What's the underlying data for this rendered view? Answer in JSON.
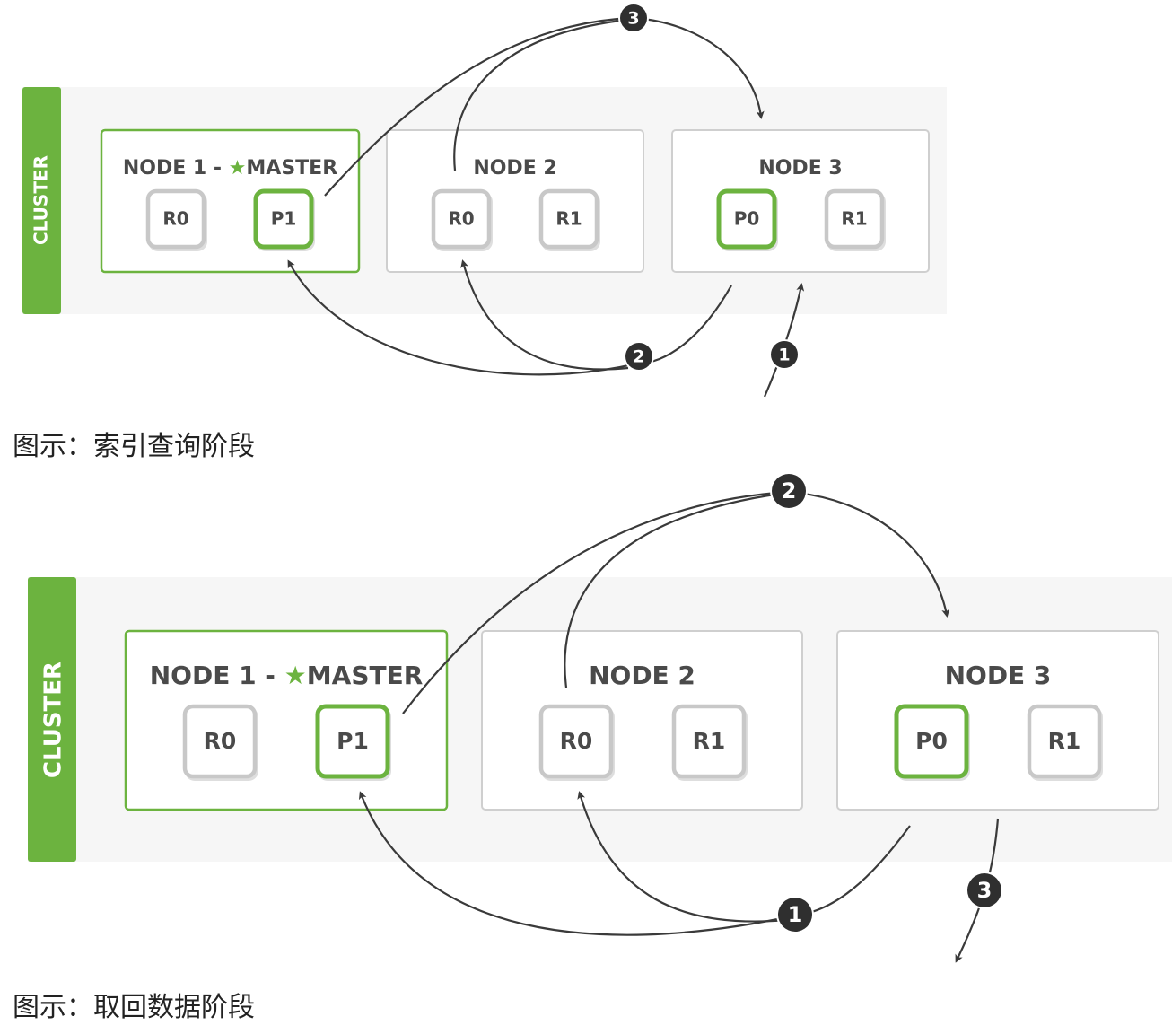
{
  "colors": {
    "green": "#6cb33f",
    "grey": "#c8c8c8",
    "node_border": "#cfcfcf",
    "cluster_bg": "#f6f6f6",
    "arrow": "#3a3a3a",
    "text": "#4a4a4a"
  },
  "diagrams": [
    {
      "cluster_label": "CLUSTER",
      "caption": "图示：索引查询阶段",
      "nodes": [
        {
          "title_prefix": "NODE 1 - ",
          "star": "★",
          "title_suffix": "MASTER",
          "master": true,
          "shards": [
            {
              "label": "R0",
              "primary": false
            },
            {
              "label": "P1",
              "primary": true
            }
          ]
        },
        {
          "title_prefix": "NODE 2",
          "star": "",
          "title_suffix": "",
          "master": false,
          "shards": [
            {
              "label": "R0",
              "primary": false
            },
            {
              "label": "R1",
              "primary": false
            }
          ]
        },
        {
          "title_prefix": "NODE 3",
          "star": "",
          "title_suffix": "",
          "master": false,
          "shards": [
            {
              "label": "P0",
              "primary": true
            },
            {
              "label": "R1",
              "primary": false
            }
          ]
        }
      ],
      "steps": [
        "1",
        "2",
        "3"
      ]
    },
    {
      "cluster_label": "CLUSTER",
      "caption": "图示：取回数据阶段",
      "nodes": [
        {
          "title_prefix": "NODE 1 - ",
          "star": "★",
          "title_suffix": "MASTER",
          "master": true,
          "shards": [
            {
              "label": "R0",
              "primary": false
            },
            {
              "label": "P1",
              "primary": true
            }
          ]
        },
        {
          "title_prefix": "NODE 2",
          "star": "",
          "title_suffix": "",
          "master": false,
          "shards": [
            {
              "label": "R0",
              "primary": false
            },
            {
              "label": "R1",
              "primary": false
            }
          ]
        },
        {
          "title_prefix": "NODE 3",
          "star": "",
          "title_suffix": "",
          "master": false,
          "shards": [
            {
              "label": "P0",
              "primary": true
            },
            {
              "label": "R1",
              "primary": false
            }
          ]
        }
      ],
      "steps": [
        "1",
        "2",
        "3"
      ]
    }
  ]
}
